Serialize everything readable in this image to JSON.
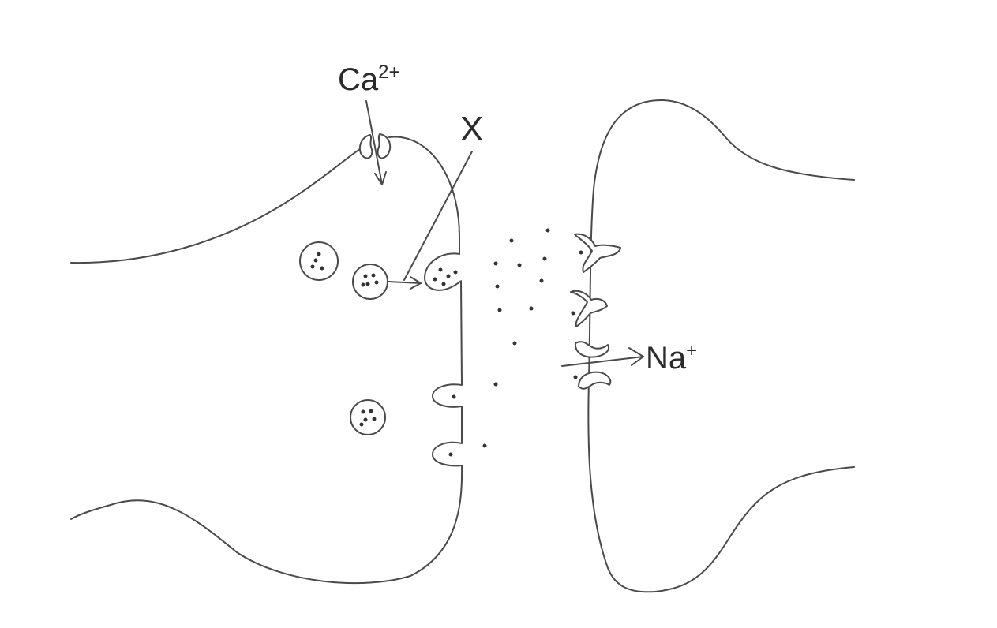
{
  "diagram": {
    "labels": {
      "calcium_ion": {
        "text": "Ca",
        "charge": "2+"
      },
      "label_x": "X",
      "sodium_ion": {
        "text": "Na",
        "charge": "+"
      }
    },
    "colors": {
      "stroke": "#4a4a4a",
      "text": "#2b2b2b",
      "background": "#ffffff"
    }
  }
}
